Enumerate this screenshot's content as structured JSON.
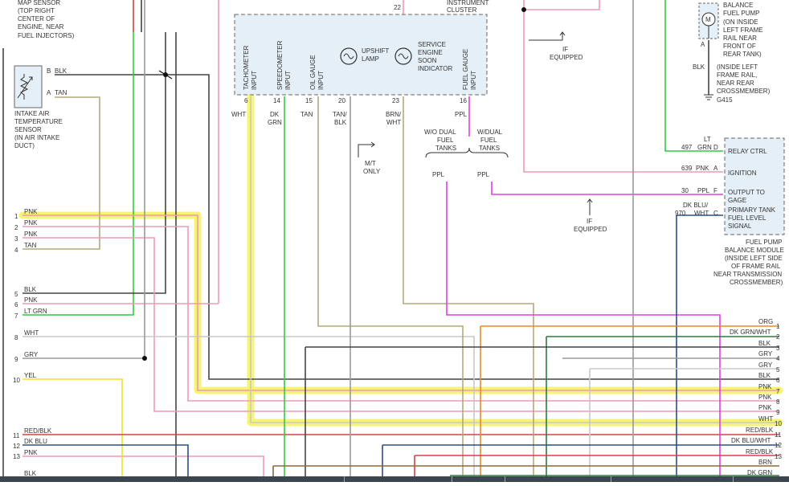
{
  "colors": {
    "pink": "#f09ab2",
    "green": "#2ecc40",
    "black": "#444444",
    "tan": "#b5a77d",
    "white_wire": "#c8c8c8",
    "gray": "#9a9a9a",
    "yellow": "#f2e22a",
    "red": "#d94040",
    "dkblue": "#2b4f8a",
    "purple": "#e23ee2",
    "orange": "#e88a2c",
    "dkgreen": "#2f7a3a",
    "brown": "#8a6a3a",
    "highlight": "#f5f25a",
    "module_fill": "#e4eff7"
  },
  "top_left": {
    "map_sensor": [
      "MAP SENSOR",
      "(TOP RIGHT",
      "CENTER OF",
      "ENGINE, NEAR",
      "FUEL INJECTORS)"
    ]
  },
  "iat_sensor": {
    "pin_b": "B",
    "wire_b": "BLK",
    "pin_a": "A",
    "wire_a": "TAN",
    "label": [
      "INTAKE AIR",
      "TEMPERATURE",
      "SENSOR",
      "(IN AIR INTAKE",
      "DUCT)"
    ]
  },
  "instrument_cluster": {
    "title": [
      "INSTRUMENT",
      "CLUSTER"
    ],
    "top_pin": "22",
    "inputs": [
      {
        "label": "TACHOMETER",
        "label2": "INPUT",
        "pin": "6",
        "wire": "WHT",
        "wire2": ""
      },
      {
        "label": "SPEEDOMETER",
        "label2": "INPUT",
        "pin": "14",
        "wire": "DK",
        "wire2": "GRN"
      },
      {
        "label": "OIL GAUGE",
        "label2": "INPUT",
        "pin": "15",
        "wire": "TAN",
        "wire2": ""
      },
      {
        "label": "",
        "label2": "",
        "pin": "20",
        "wire": "TAN/",
        "wire2": "BLK"
      },
      {
        "label": "",
        "label2": "",
        "pin": "23",
        "wire": "BRN/",
        "wire2": "WHT"
      },
      {
        "label": "FUEL GAUGE",
        "label2": "INPUT",
        "pin": "16",
        "wire": "PPL",
        "wire2": ""
      }
    ],
    "upshift_lamp": [
      "UPSHIFT",
      "LAMP"
    ],
    "service_engine": [
      "SERVICE",
      "ENGINE",
      "SOON",
      "INDICATOR"
    ]
  },
  "notes": {
    "mt_only": [
      "M/T",
      "ONLY"
    ],
    "if_equipped": [
      "IF",
      "EQUIPPED"
    ],
    "wo_dual": [
      "W/O DUAL",
      "FUEL",
      "TANKS"
    ],
    "w_dual": [
      "W/DUAL",
      "FUEL",
      "TANKS"
    ],
    "ppl": "PPL"
  },
  "fuel_pump": {
    "title": [
      "BALANCE",
      "FUEL PUMP",
      "(ON INSIDE",
      "LEFT FRAME",
      "RAIL NEAR",
      "FRONT OF",
      "REAR TANK)"
    ],
    "motor": "M",
    "pin_a": "A",
    "wire": "BLK",
    "ground_label": [
      "(INSIDE LEFT",
      "FRAME RAIL,",
      "NEAR REAR",
      "CROSSMEMBER)"
    ],
    "ground": "G415"
  },
  "balance_module": {
    "rows": [
      {
        "circuit": "497",
        "wire": "GRN",
        "wire_top": "LT",
        "pin": "D",
        "label": [
          "RELAY CTRL"
        ]
      },
      {
        "circuit": "639",
        "wire": "PNK",
        "wire_top": "",
        "pin": "A",
        "label": [
          "IGNITION"
        ]
      },
      {
        "circuit": "30",
        "wire": "PPL",
        "wire_top": "",
        "pin": "F",
        "label": [
          "OUTPUT TO",
          "GAGE"
        ]
      },
      {
        "circuit": "970",
        "wire": "WHT",
        "wire_top": "DK BLU/",
        "pin": "C",
        "label": [
          "PRIMARY TANK",
          "FUEL LEVEL",
          "SIGNAL"
        ]
      }
    ],
    "caption": [
      "FUEL PUMP",
      "BALANCE MODULE",
      "(INSIDE LEFT SIDE",
      "OF FRAME RAIL",
      "NEAR TRANSMISSION",
      "CROSSMEMBER)"
    ]
  },
  "left_connector": [
    {
      "pin": "1",
      "wire": "PNK"
    },
    {
      "pin": "2",
      "wire": "PNK"
    },
    {
      "pin": "3",
      "wire": "PNK"
    },
    {
      "pin": "4",
      "wire": "TAN"
    },
    {
      "pin": "5",
      "wire": "BLK"
    },
    {
      "pin": "6",
      "wire": "PNK"
    },
    {
      "pin": "7",
      "wire": "LT GRN"
    },
    {
      "pin": "8",
      "wire": "WHT"
    },
    {
      "pin": "9",
      "wire": "GRY"
    },
    {
      "pin": "10",
      "wire": "YEL"
    },
    {
      "pin": "11",
      "wire": "RED/BLK"
    },
    {
      "pin": "12",
      "wire": "DK BLU"
    },
    {
      "pin": "13",
      "wire": "PNK"
    },
    {
      "pin": "",
      "wire": "BLK"
    }
  ],
  "right_connector": [
    {
      "pin": "1",
      "wire": "ORG"
    },
    {
      "pin": "2",
      "wire": "DK GRN/WHT"
    },
    {
      "pin": "3",
      "wire": "BLK"
    },
    {
      "pin": "4",
      "wire": "GRY"
    },
    {
      "pin": "5",
      "wire": "GRY"
    },
    {
      "pin": "6",
      "wire": "BLK"
    },
    {
      "pin": "7",
      "wire": "PNK"
    },
    {
      "pin": "8",
      "wire": "PNK"
    },
    {
      "pin": "9",
      "wire": "PNK"
    },
    {
      "pin": "10",
      "wire": "WHT"
    },
    {
      "pin": "11",
      "wire": "RED/BLK"
    },
    {
      "pin": "12",
      "wire": "DK BLU/WHT"
    },
    {
      "pin": "13",
      "wire": "RED/BLK"
    },
    {
      "pin": "",
      "wire": "BRN"
    },
    {
      "pin": "",
      "wire": "DK GRN"
    }
  ]
}
